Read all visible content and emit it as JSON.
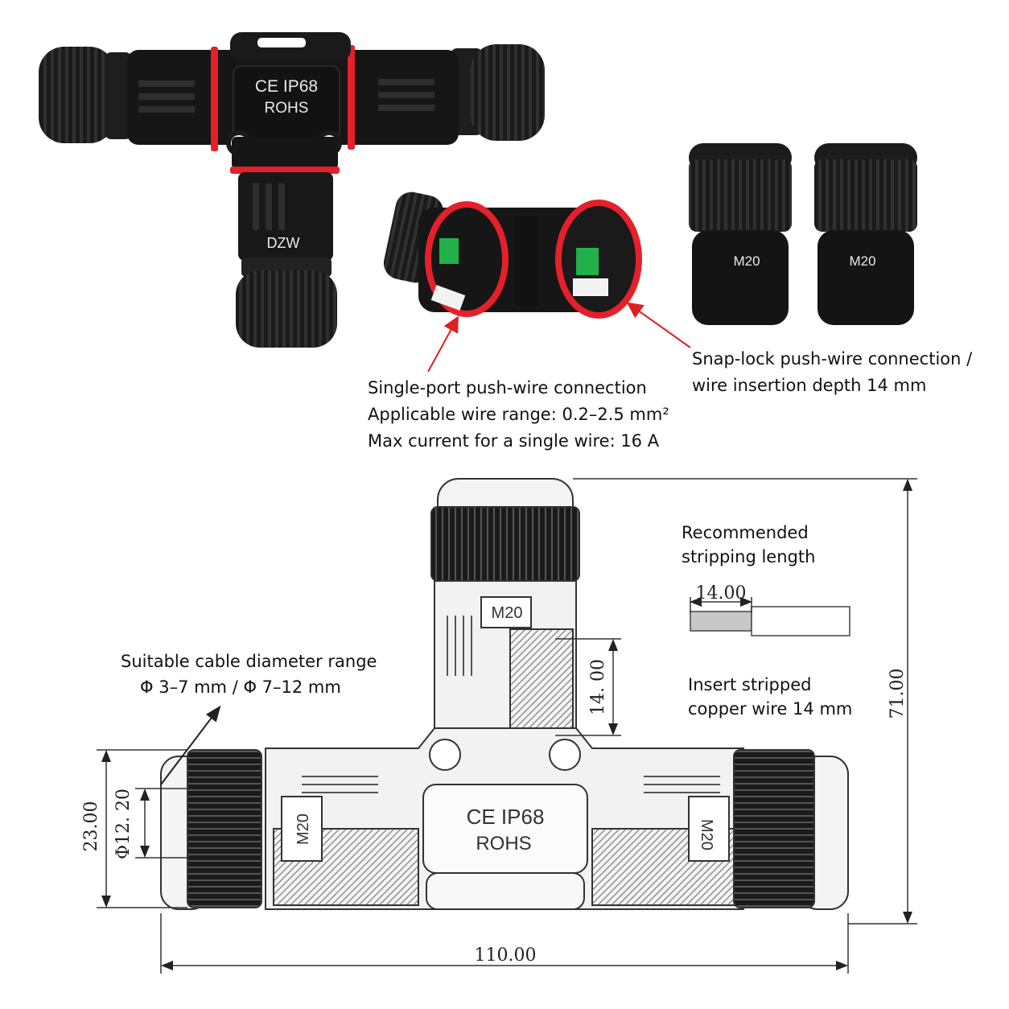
{
  "callouts": {
    "single_port": {
      "line1": "Single-port push-wire connection",
      "line2": "Applicable wire range: 0.2–2.5 mm²",
      "line3": "Max current for a single wire: 16 A"
    },
    "snap_lock": {
      "line1": "Snap-lock push-wire connection /",
      "line2": "wire insertion depth 14 mm"
    },
    "cable_diameter": {
      "line1": "Suitable  cable diameter range",
      "line2": "Φ 3–7 mm / Φ 7–12 mm"
    },
    "stripping": {
      "line1": "Recommended",
      "line2": "stripping length"
    },
    "insert_wire": {
      "line1": "Insert stripped",
      "line2": "copper wire 14 mm"
    }
  },
  "product_markings": {
    "ce_ip68": "CE IP68",
    "rohs": "ROHS",
    "thread": "M20",
    "thread_mirrored": "DZW"
  },
  "dimensions": {
    "total_length": "110.00",
    "total_height": "71.00",
    "body_height": "23.00",
    "bore_diameter": "Φ12. 20",
    "insertion_depth": "14. 00",
    "stripping_length": "14.00"
  },
  "colors": {
    "accent_red": "#e4202a",
    "arrow_red": "#e02020",
    "terminal_green": "#22b04b",
    "body_black": "#161616"
  }
}
